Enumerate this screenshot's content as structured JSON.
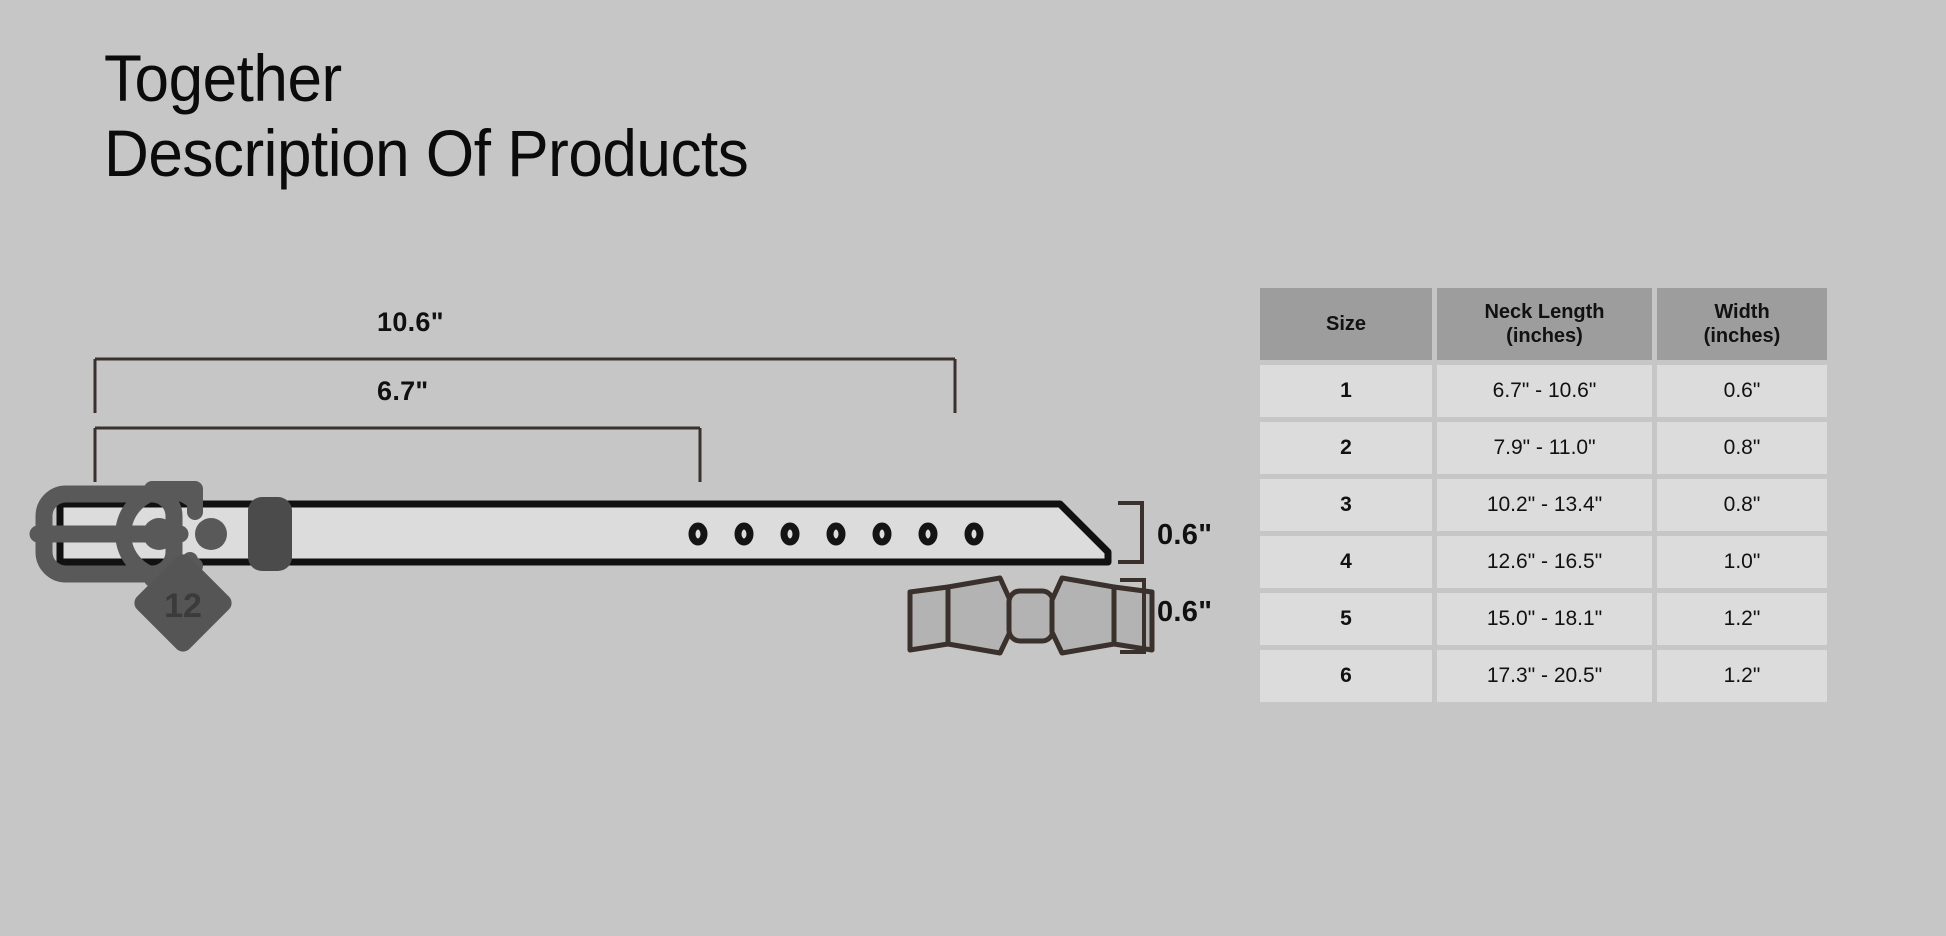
{
  "page": {
    "background_color": "#c6c6c6",
    "title_line_1": "Together",
    "title_line_2": "Description Of Products"
  },
  "diagram": {
    "name": "dog-collar-size-diagram",
    "dimension_top": "10.6\"",
    "dimension_middle": "6.7\"",
    "dimension_collar_width": "0.6\"",
    "dimension_bowtie_width": "0.6\"",
    "tag_text": "12",
    "hole_count": 7,
    "rivet_count": 2,
    "colors": {
      "strap_fill": "#dcdcdc",
      "strap_outline": "#111111",
      "hardware": "#595959",
      "bowtie_fill": "#b3b3b3",
      "bowtie_outline": "#3a302c",
      "dimension_line": "#3a302c"
    }
  },
  "size_table": {
    "headers": [
      {
        "main": "Size",
        "sub": ""
      },
      {
        "main": "Neck Length",
        "sub": "(inches)"
      },
      {
        "main": "Width",
        "sub": "(inches)"
      }
    ],
    "rows": [
      {
        "size": "1",
        "neck": "6.7\" - 10.6\"",
        "width": "0.6\""
      },
      {
        "size": "2",
        "neck": "7.9\" - 11.0\"",
        "width": "0.8\""
      },
      {
        "size": "3",
        "neck": "10.2\" - 13.4\"",
        "width": "0.8\""
      },
      {
        "size": "4",
        "neck": "12.6\" - 16.5\"",
        "width": "1.0\""
      },
      {
        "size": "5",
        "neck": "15.0\" - 18.1\"",
        "width": "1.2\""
      },
      {
        "size": "6",
        "neck": "17.3\" - 20.5\"",
        "width": "1.2\""
      }
    ],
    "header_bg": "#9d9d9d",
    "cell_bg": "#dcdcdc"
  }
}
